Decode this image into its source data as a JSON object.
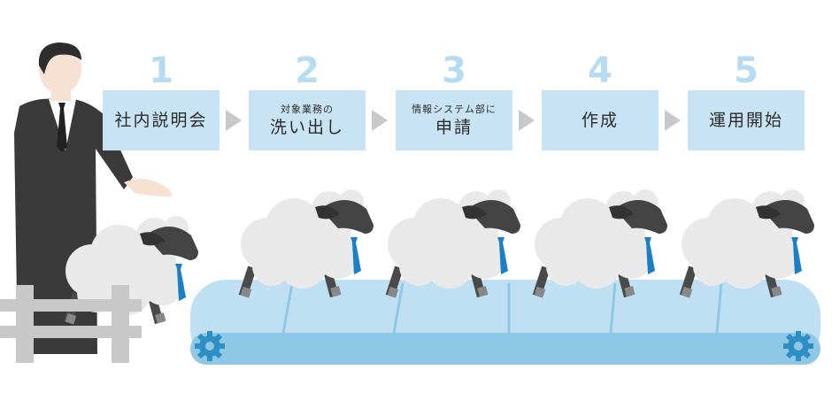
{
  "steps": [
    {
      "number": "1",
      "small": "",
      "main": "社内説明会"
    },
    {
      "number": "2",
      "small": "対象業務の",
      "main": "洗い出し"
    },
    {
      "number": "3",
      "small": "情報システム部に",
      "main": "申請"
    },
    {
      "number": "4",
      "small": "",
      "main": "作成"
    },
    {
      "number": "5",
      "small": "",
      "main": "運用開始"
    }
  ],
  "colors": {
    "step_box": "#c7e3f4",
    "step_number": "#b7dcf1",
    "arrow": "#c9c9c9",
    "conveyor": "#bfe0f3",
    "conveyor_dark": "#8fc7e6",
    "gear": "#2f8ec4",
    "tie": "#1a7fc4",
    "suit": "#3a3a3a",
    "fence": "#c8c8c8",
    "wool": "#e9e9e9"
  },
  "icons": [
    "businessman",
    "sheep",
    "tie-icon",
    "gear-icon",
    "fence",
    "conveyor-belt",
    "arrow-right-icon"
  ]
}
